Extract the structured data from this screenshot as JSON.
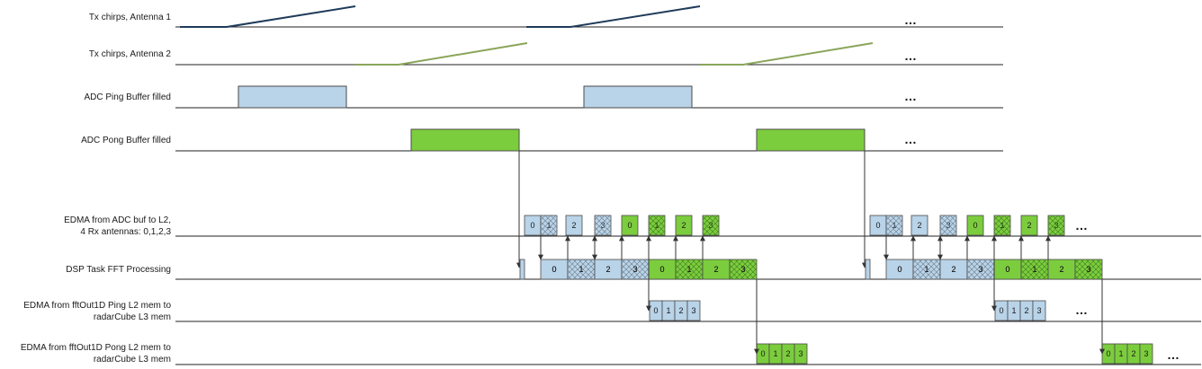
{
  "rows": [
    {
      "id": "tx1",
      "lines": [
        "Tx chirps, Antenna  1"
      ]
    },
    {
      "id": "tx2",
      "lines": [
        "Tx chirps, Antenna  2"
      ]
    },
    {
      "id": "ping",
      "lines": [
        "ADC Ping Buffer filled"
      ]
    },
    {
      "id": "pong",
      "lines": [
        "ADC Pong Buffer filled"
      ]
    },
    {
      "id": "edma1",
      "lines": [
        "EDMA from ADC buf to L2,",
        "4 Rx antennas: 0,1,2,3"
      ]
    },
    {
      "id": "dsp",
      "lines": [
        "DSP Task FFT Processing"
      ]
    },
    {
      "id": "edma2",
      "lines": [
        "EDMA from fftOut1D Ping  L2 mem  to",
        "radarCube L3 mem"
      ]
    },
    {
      "id": "edma3",
      "lines": [
        "EDMA from fftOut1D Pong  L2 mem  to",
        "radarCube L3 mem"
      ]
    }
  ],
  "cell_labels": [
    "0",
    "1",
    "2",
    "3"
  ],
  "ellipsis": "…",
  "colors": {
    "ping_fill": "#b9d3e8",
    "pong_fill": "#7ccd3d",
    "tx1_line": "#1f3b5a",
    "tx2_line": "#8aa55a",
    "axis": "#222222",
    "border": "#4a4a4a"
  }
}
